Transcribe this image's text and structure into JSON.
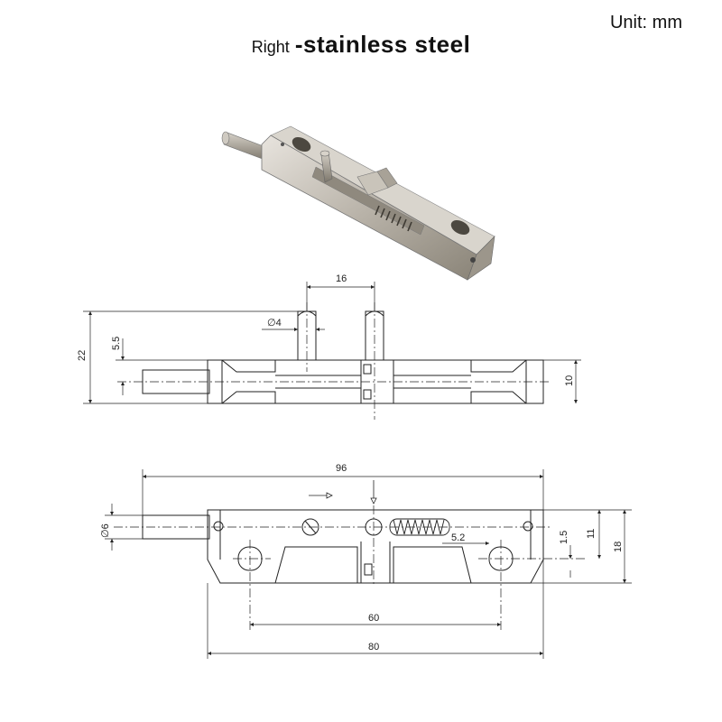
{
  "header": {
    "unit_label": "Unit:",
    "unit_value": "mm",
    "title_part1": "Right",
    "title_part2": "-stainless steel"
  },
  "dimensions": {
    "top_view": {
      "pin_spacing": "16",
      "pin_diameter": "∅4",
      "total_height": "22",
      "pin_height": "5.5",
      "body_height": "10"
    },
    "front_view": {
      "overall_length": "96",
      "bolt_diameter": "∅6",
      "offset_right": "1.5",
      "slot_width": "5.2",
      "inner_height": "11",
      "body_height": "18",
      "hole_spacing": "60",
      "body_length": "80"
    }
  }
}
